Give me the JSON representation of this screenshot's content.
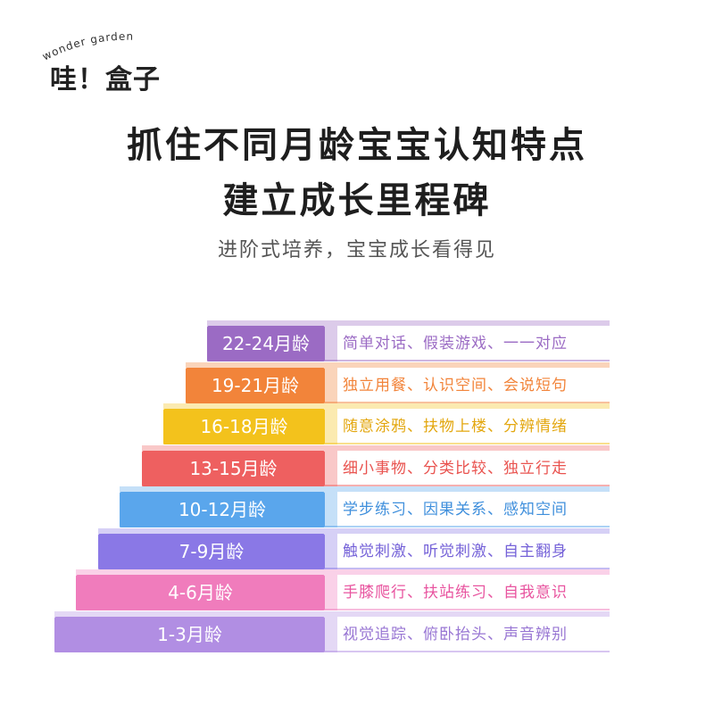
{
  "logo": {
    "arc_text": "wonder garden",
    "main_text": "哇！盒子"
  },
  "heading": {
    "line1": "抓住不同月龄宝宝认知特点",
    "line2": "建立成长里程碑"
  },
  "subtitle": "进阶式培养，宝宝成长看得见",
  "stages": [
    {
      "label": "22-24月龄",
      "desc": "简单对话、假装游戏、一一对应",
      "color": "#9b6bc4",
      "text_color": "#9b6bc4"
    },
    {
      "label": "19-21月龄",
      "desc": "独立用餐、认识空间、会说短句",
      "color": "#f2843a",
      "text_color": "#f2843a"
    },
    {
      "label": "16-18月龄",
      "desc": "随意涂鸦、扶物上楼、分辨情绪",
      "color": "#f3c21c",
      "text_color": "#e3a70f"
    },
    {
      "label": "13-15月龄",
      "desc": "细小事物、分类比较、独立行走",
      "color": "#ee6060",
      "text_color": "#e9534f"
    },
    {
      "label": "10-12月龄",
      "desc": "学步练习、因果关系、感知空间",
      "color": "#5aa6ec",
      "text_color": "#3f8fdc"
    },
    {
      "label": "7-9月龄",
      "desc": "触觉刺激、听觉刺激、自主翻身",
      "color": "#8a78e6",
      "text_color": "#7562d8"
    },
    {
      "label": "4-6月龄",
      "desc": "手膝爬行、扶站练习、自我意识",
      "color": "#f07cbc",
      "text_color": "#e8549f"
    },
    {
      "label": "1-3月龄",
      "desc": "视觉追踪、俯卧抬头、声音辨别",
      "color": "#b18ee3",
      "text_color": "#9876d3"
    }
  ]
}
